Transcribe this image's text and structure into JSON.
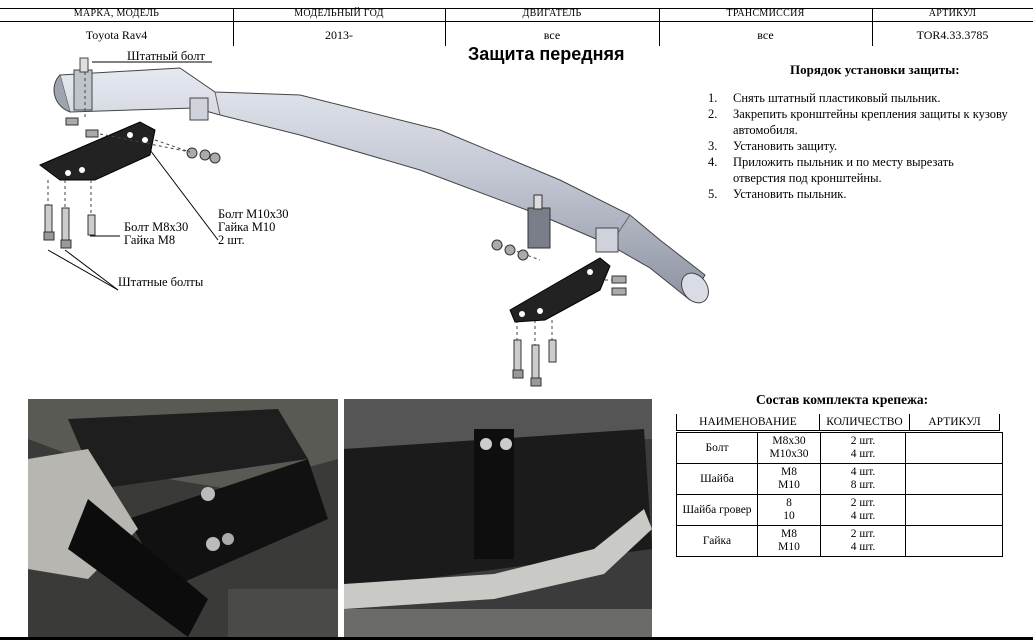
{
  "header": {
    "columns": [
      "МАРКА, МОДЕЛЬ",
      "МОДЕЛЬНЫЙ ГОД",
      "ДВИГАТЕЛЬ",
      "ТРАНСМИССИЯ",
      "АРТИКУЛ"
    ],
    "values": [
      "Toyota Rav4",
      "2013-",
      "все",
      "все",
      "TOR4.33.3785"
    ]
  },
  "title": "Защита передняя",
  "diagram_labels": {
    "stock_bolt": "Штатный болт",
    "bolt_m8": "Болт М8х30",
    "nut_m8": "Гайка М8",
    "bolt_m10": "Болт М10х30",
    "nut_m10": "Гайка М10",
    "qty_2": "2 шт.",
    "stock_bolts": "Штатные болты"
  },
  "instructions": {
    "title": "Порядок установки защиты:",
    "steps": [
      {
        "n": "1.",
        "text": "Снять штатный пластиковый пыльник."
      },
      {
        "n": "2.",
        "text": "Закрепить кронштейны крепления защиты к кузову автомобиля."
      },
      {
        "n": "3.",
        "text": "Установить защиту."
      },
      {
        "n": "4.",
        "text": "Приложить пыльник и по месту вырезать отверстия под кронштейны."
      },
      {
        "n": "5.",
        "text": "Установить пыльник."
      }
    ]
  },
  "kit": {
    "title": "Состав комплекта крепежа:",
    "columns": [
      "НАИМЕНОВАНИЕ",
      "КОЛИЧЕСТВО",
      "АРТИКУЛ"
    ],
    "rows": [
      {
        "name": "Болт",
        "sizes": [
          "М8х30",
          "М10х30"
        ],
        "qty": [
          "2 шт.",
          "4 шт."
        ]
      },
      {
        "name": "Шайба",
        "sizes": [
          "М8",
          "М10"
        ],
        "qty": [
          "4 шт.",
          "8 шт."
        ]
      },
      {
        "name": "Шайба гровер",
        "sizes": [
          "8",
          "10"
        ],
        "qty": [
          "2 шт.",
          "4 шт."
        ]
      },
      {
        "name": "Гайка",
        "sizes": [
          "М8",
          "М10"
        ],
        "qty": [
          "2 шт.",
          "4 шт."
        ]
      }
    ]
  }
}
